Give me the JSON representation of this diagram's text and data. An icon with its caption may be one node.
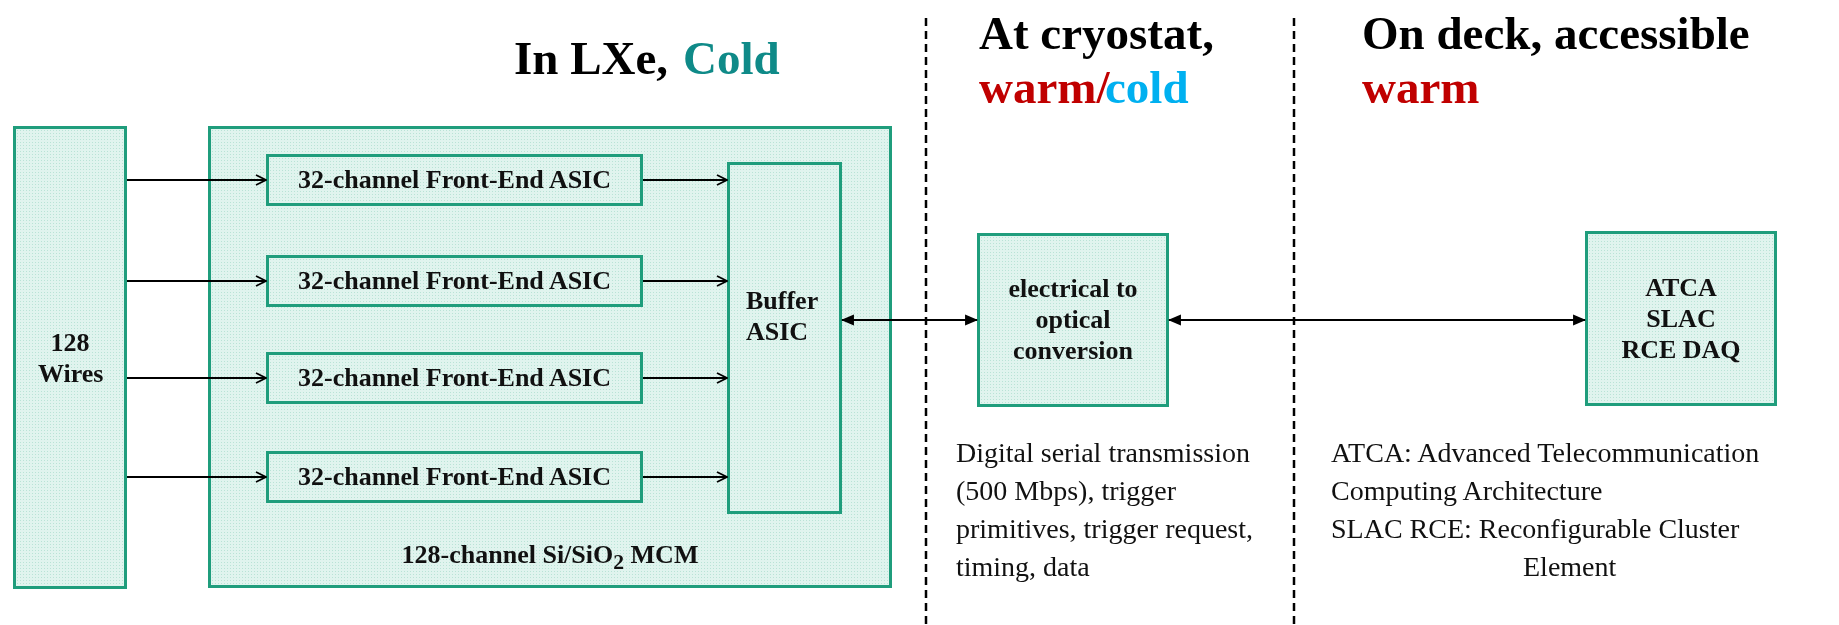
{
  "diagram": {
    "nodes": [
      {
        "text": [
          "128 Wires"
        ]
      },
      {
        "text": [
          "128-channel Si/SiO$_{2}$ MCM"
        ]
      },
      {
        "text": [
          "32-channel Front-End ASIC"
        ],
        "in": 1
      },
      {
        "text": [
          "32-channel Front-End ASIC"
        ],
        "in": 1
      },
      {
        "text": [
          "32-channel Front-End ASIC"
        ],
        "in": 1
      },
      {
        "text": [
          "32-channel Front-End ASIC"
        ],
        "in": 1
      },
      {
        "text": [
          "Buffer ASIC"
        ],
        "in": 1
      },
      {
        "text": [
          "electrical to optical conversion"
        ]
      },
      {
        "text": [
          "ATCA SLAC RCE DAQ"
        ]
      }
    ],
    "edges": [
      {
        "from": 0,
        "to": 2,
        "arrow": "to"
      },
      {
        "from": 0,
        "to": 3,
        "arrow": "to"
      },
      {
        "from": 0,
        "to": 4,
        "arrow": "to"
      },
      {
        "from": 0,
        "to": 5,
        "arrow": "to"
      },
      {
        "from": 2,
        "to": 6,
        "arrow": "to"
      },
      {
        "from": 3,
        "to": 6,
        "arrow": "to"
      },
      {
        "from": 4,
        "to": 6,
        "arrow": "to"
      },
      {
        "from": 5,
        "to": 6,
        "arrow": "to"
      },
      {
        "from": 6,
        "to": 7,
        "arrow": "both"
      },
      {
        "from": 7,
        "to": 8,
        "arrow": "both"
      }
    ],
    "labels": [
      "In LXe,",
      "Cold",
      "At cryostat,",
      "warm/",
      "cold",
      "On deck, accessible",
      "warm",
      "Digital serial transmission (500 Mbps), trigger primitives, trigger request, timing, data",
      "ATCA: Advanced Telecommunication Computing Architecture",
      "SLAC RCE: Reconfigurable Cluster Element"
    ]
  }
}
